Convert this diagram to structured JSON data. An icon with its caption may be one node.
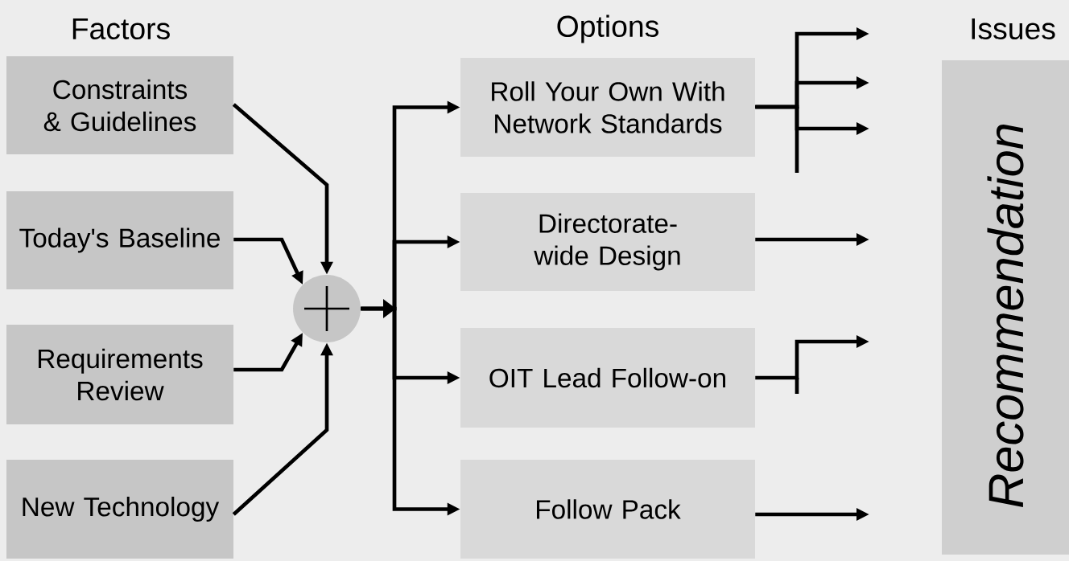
{
  "diagram": {
    "nodes": [
      {
        "text": [
          "Constraints & Guidelines"
        ]
      },
      {
        "text": [
          "Today's Baseline"
        ]
      },
      {
        "text": [
          "Requirements Review"
        ]
      },
      {
        "text": [
          "New Technology"
        ]
      },
      {
        "text": [],
        "shape": "circle"
      },
      {
        "text": [
          "Roll Your Own With Network Standards"
        ]
      },
      {
        "text": [
          "Directorate-wide Design"
        ]
      },
      {
        "text": [
          "OIT Lead Follow-on"
        ]
      },
      {
        "text": [
          "Follow Pack"
        ]
      },
      {
        "text": [
          "Recommendation"
        ]
      }
    ],
    "edges": [
      {
        "from": 0,
        "to": 4,
        "arrow": "to"
      },
      {
        "from": 1,
        "to": 4,
        "arrow": "to"
      },
      {
        "from": 2,
        "to": 4,
        "arrow": "to"
      },
      {
        "from": 3,
        "to": 4,
        "arrow": "to"
      },
      {
        "from": 4,
        "to": 5,
        "arrow": "to"
      },
      {
        "from": 4,
        "to": 6,
        "arrow": "to"
      },
      {
        "from": 4,
        "to": 7,
        "arrow": "to"
      },
      {
        "from": 4,
        "to": 8,
        "arrow": "to"
      },
      {
        "from": 5,
        "to": null,
        "arrow": "to"
      },
      {
        "from": 5,
        "to": null,
        "arrow": "to"
      },
      {
        "from": 5,
        "to": null,
        "arrow": "to"
      },
      {
        "from": 6,
        "to": null,
        "arrow": "to"
      },
      {
        "from": 7,
        "to": null,
        "arrow": "to"
      },
      {
        "from": 8,
        "to": null,
        "arrow": "to"
      }
    ],
    "labels": [
      "Factors",
      "Options",
      "Issues"
    ]
  }
}
